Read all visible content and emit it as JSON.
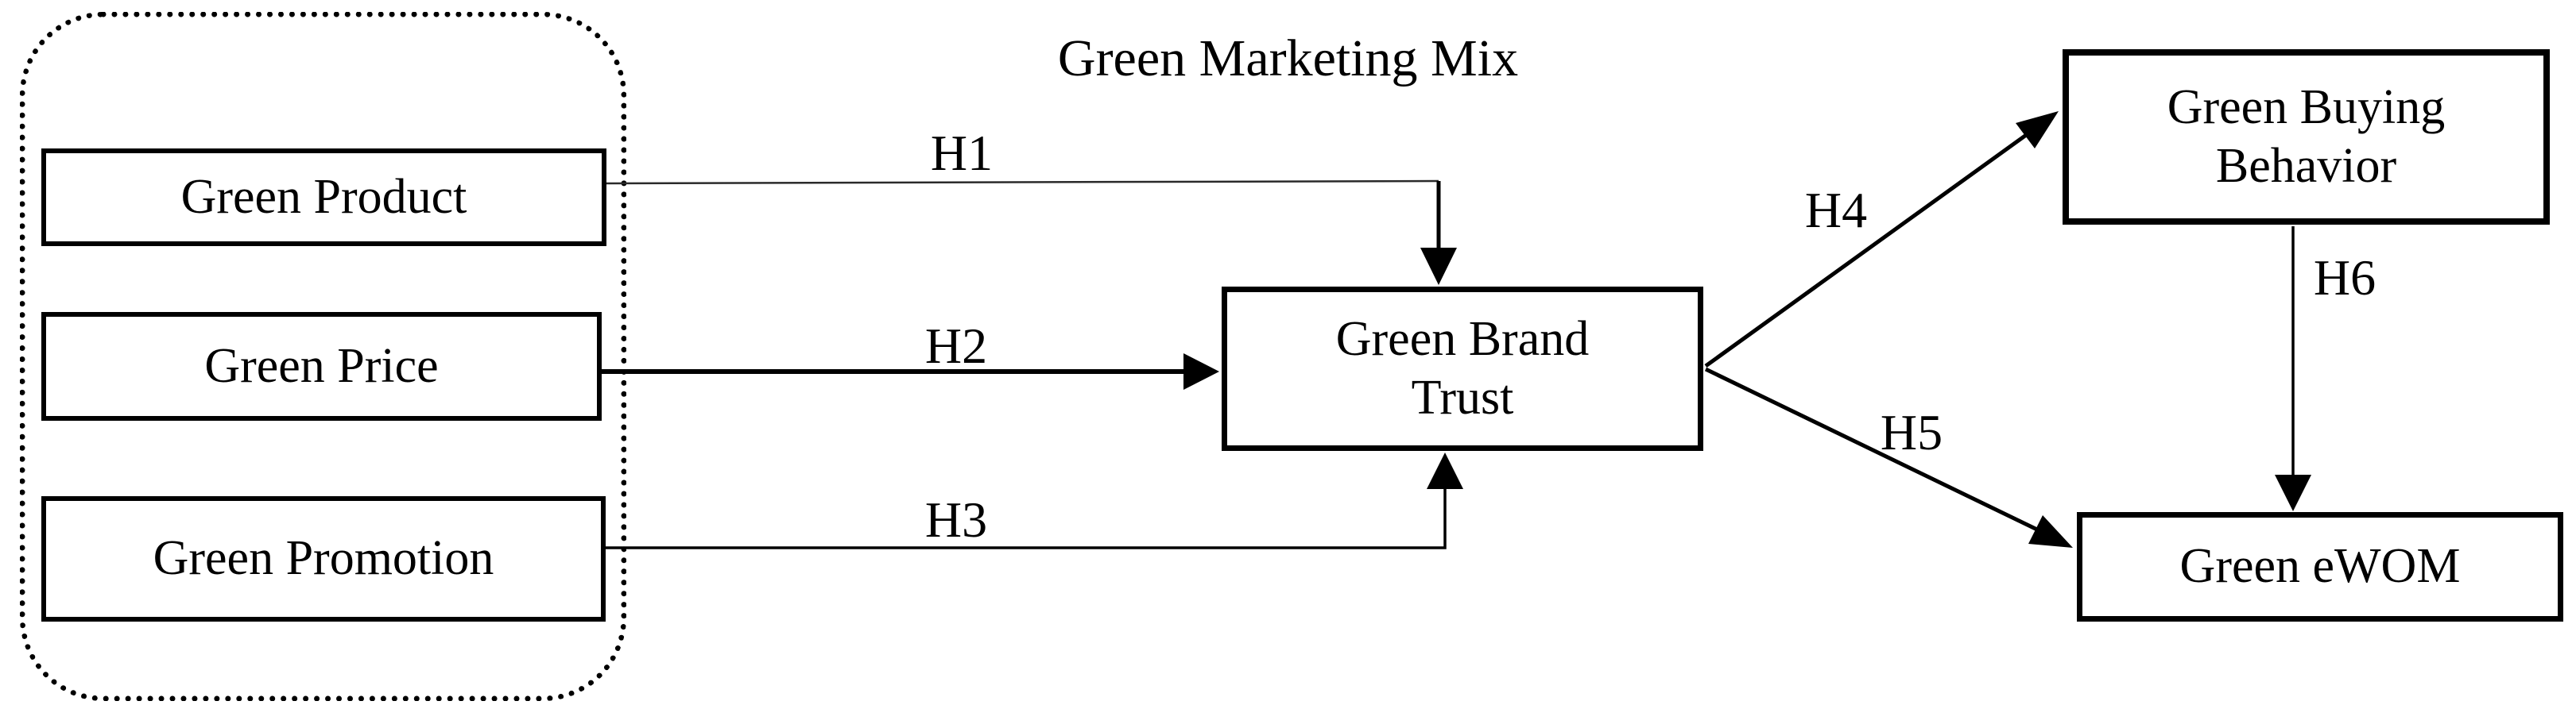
{
  "figure": {
    "background_color": "#ffffff",
    "line_color": "#000000",
    "group": {
      "title": "Green Marketing Mix"
    },
    "nodes": [
      {
        "id": "green-product",
        "label": "Green Product"
      },
      {
        "id": "green-price",
        "label": "Green Price"
      },
      {
        "id": "green-promotion",
        "label": "Green Promotion"
      },
      {
        "id": "green-brand-trust",
        "label": "Green Brand Trust"
      },
      {
        "id": "green-buying-behavior",
        "label": "Green Buying Behavior"
      },
      {
        "id": "green-ewom",
        "label": "Green eWOM"
      }
    ],
    "paths": [
      {
        "label": "H1",
        "from": "Green Product",
        "to": "Green Brand Trust"
      },
      {
        "label": "H2",
        "from": "Green Price",
        "to": "Green Brand Trust"
      },
      {
        "label": "H3",
        "from": "Green Promotion",
        "to": "Green Brand Trust"
      },
      {
        "label": "H4",
        "from": "Green Brand Trust",
        "to": "Green Buying Behavior"
      },
      {
        "label": "H5",
        "from": "Green Brand Trust",
        "to": "Green eWOM"
      },
      {
        "label": "H6",
        "from": "Green Buying Behavior",
        "to": "Green eWOM"
      }
    ]
  }
}
